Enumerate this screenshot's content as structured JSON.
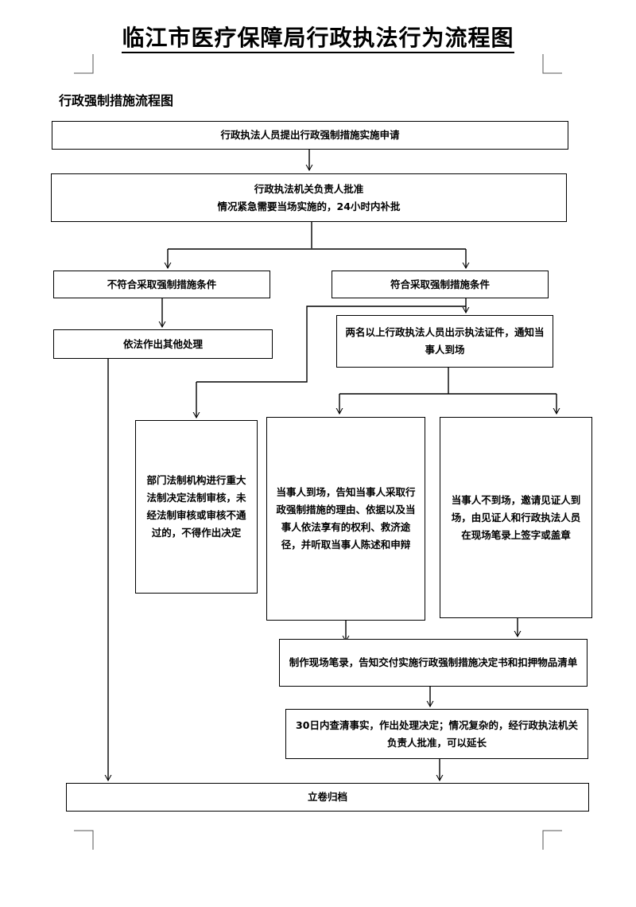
{
  "page": {
    "title": "临江市医疗保障局行政执法行为流程图",
    "subtitle": "行政强制措施流程图"
  },
  "diagram": {
    "nodes": {
      "apply": "行政执法人员提出行政强制措施实施申请",
      "approve": "行政执法机关负责人批准\n情况紧急需要当场实施的，24小时内补批",
      "not_meet": "不符合采取强制措施条件",
      "meet": "符合采取强制措施条件",
      "other": "依法作出其他处理",
      "show_cert": "两名以上行政执法人员出示执法证件，通知当事人到场",
      "legal_review": "部门法制机构进行重大法制决定法制审核，未经法制审核或审核不通过的，不得作出决定",
      "present": "当事人到场，告知当事人采取行政强制措施的理由、依据以及当事人依法享有的权利、救济途径，并听取当事人陈述和申辩",
      "absent": "当事人不到场，邀请见证人到场，由见证人和行政执法人员在现场笔录上签字或盖章",
      "record": "制作现场笔录，告知交付实施行政强制措施决定书和扣押物品清单",
      "decide": "30日内查清事实，作出处理决定；情况复杂的，经行政执法机关负责人批准，可以延长",
      "archive": "立卷归档"
    }
  }
}
